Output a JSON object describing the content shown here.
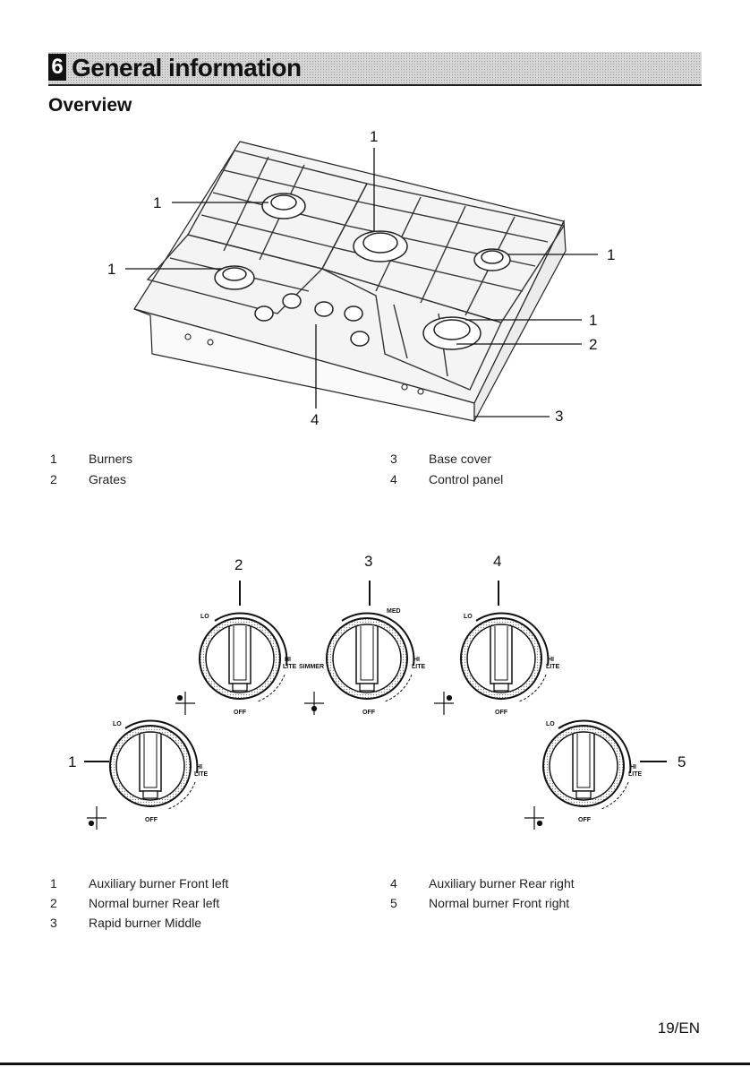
{
  "header": {
    "section_number": "6",
    "section_title": "General information"
  },
  "overview": {
    "heading": "Overview",
    "callouts": {
      "burners": "1",
      "grates": "2",
      "base_cover": "3",
      "control_panel": "4"
    },
    "legend": [
      {
        "num": "1",
        "text": "Burners"
      },
      {
        "num": "2",
        "text": "Grates"
      },
      {
        "num": "3",
        "text": "Base cover"
      },
      {
        "num": "4",
        "text": "Control panel"
      }
    ]
  },
  "knobs": {
    "callouts": [
      "1",
      "2",
      "3",
      "4",
      "5"
    ],
    "marks": {
      "lo": "LO",
      "hi": "HI",
      "lite": "LITE",
      "off": "OFF",
      "med": "MED",
      "simmer": "SIMMER"
    },
    "legend": [
      {
        "num": "1",
        "text": "Auxiliary burner Front left"
      },
      {
        "num": "2",
        "text": "Normal burner Rear left"
      },
      {
        "num": "3",
        "text": "Rapid burner Middle"
      },
      {
        "num": "4",
        "text": "Auxiliary burner Rear right"
      },
      {
        "num": "5",
        "text": "Normal burner Front right"
      }
    ]
  },
  "footer": {
    "page_number": "19/EN"
  }
}
